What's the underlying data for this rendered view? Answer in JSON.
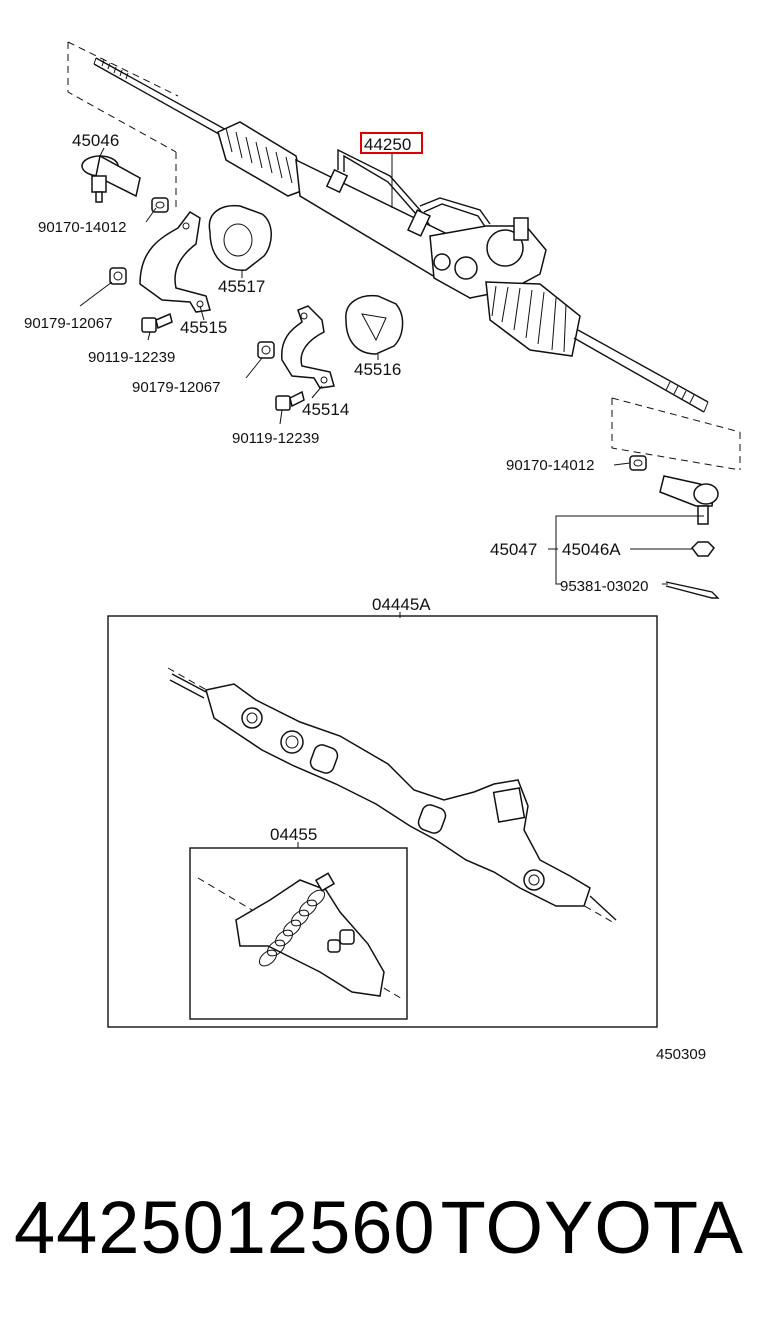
{
  "diagram": {
    "labels": {
      "p44250": "44250",
      "p45046": "45046",
      "p90170a": "90170-14012",
      "p45517": "45517",
      "p90179a": "90179-12067",
      "p45515": "45515",
      "p90119a": "90119-12239",
      "p90179b": "90179-12067",
      "p45516": "45516",
      "p45514": "45514",
      "p90119b": "90119-12239",
      "p90170b": "90170-14012",
      "p45047": "45047",
      "p45046A": "45046A",
      "p95381": "95381-03020",
      "p04445A": "04445A",
      "p04455": "04455",
      "ref": "450309"
    },
    "highlight_color": "#e00000"
  },
  "footer": {
    "part_number": "4425012560",
    "brand": "TOYOTA"
  }
}
